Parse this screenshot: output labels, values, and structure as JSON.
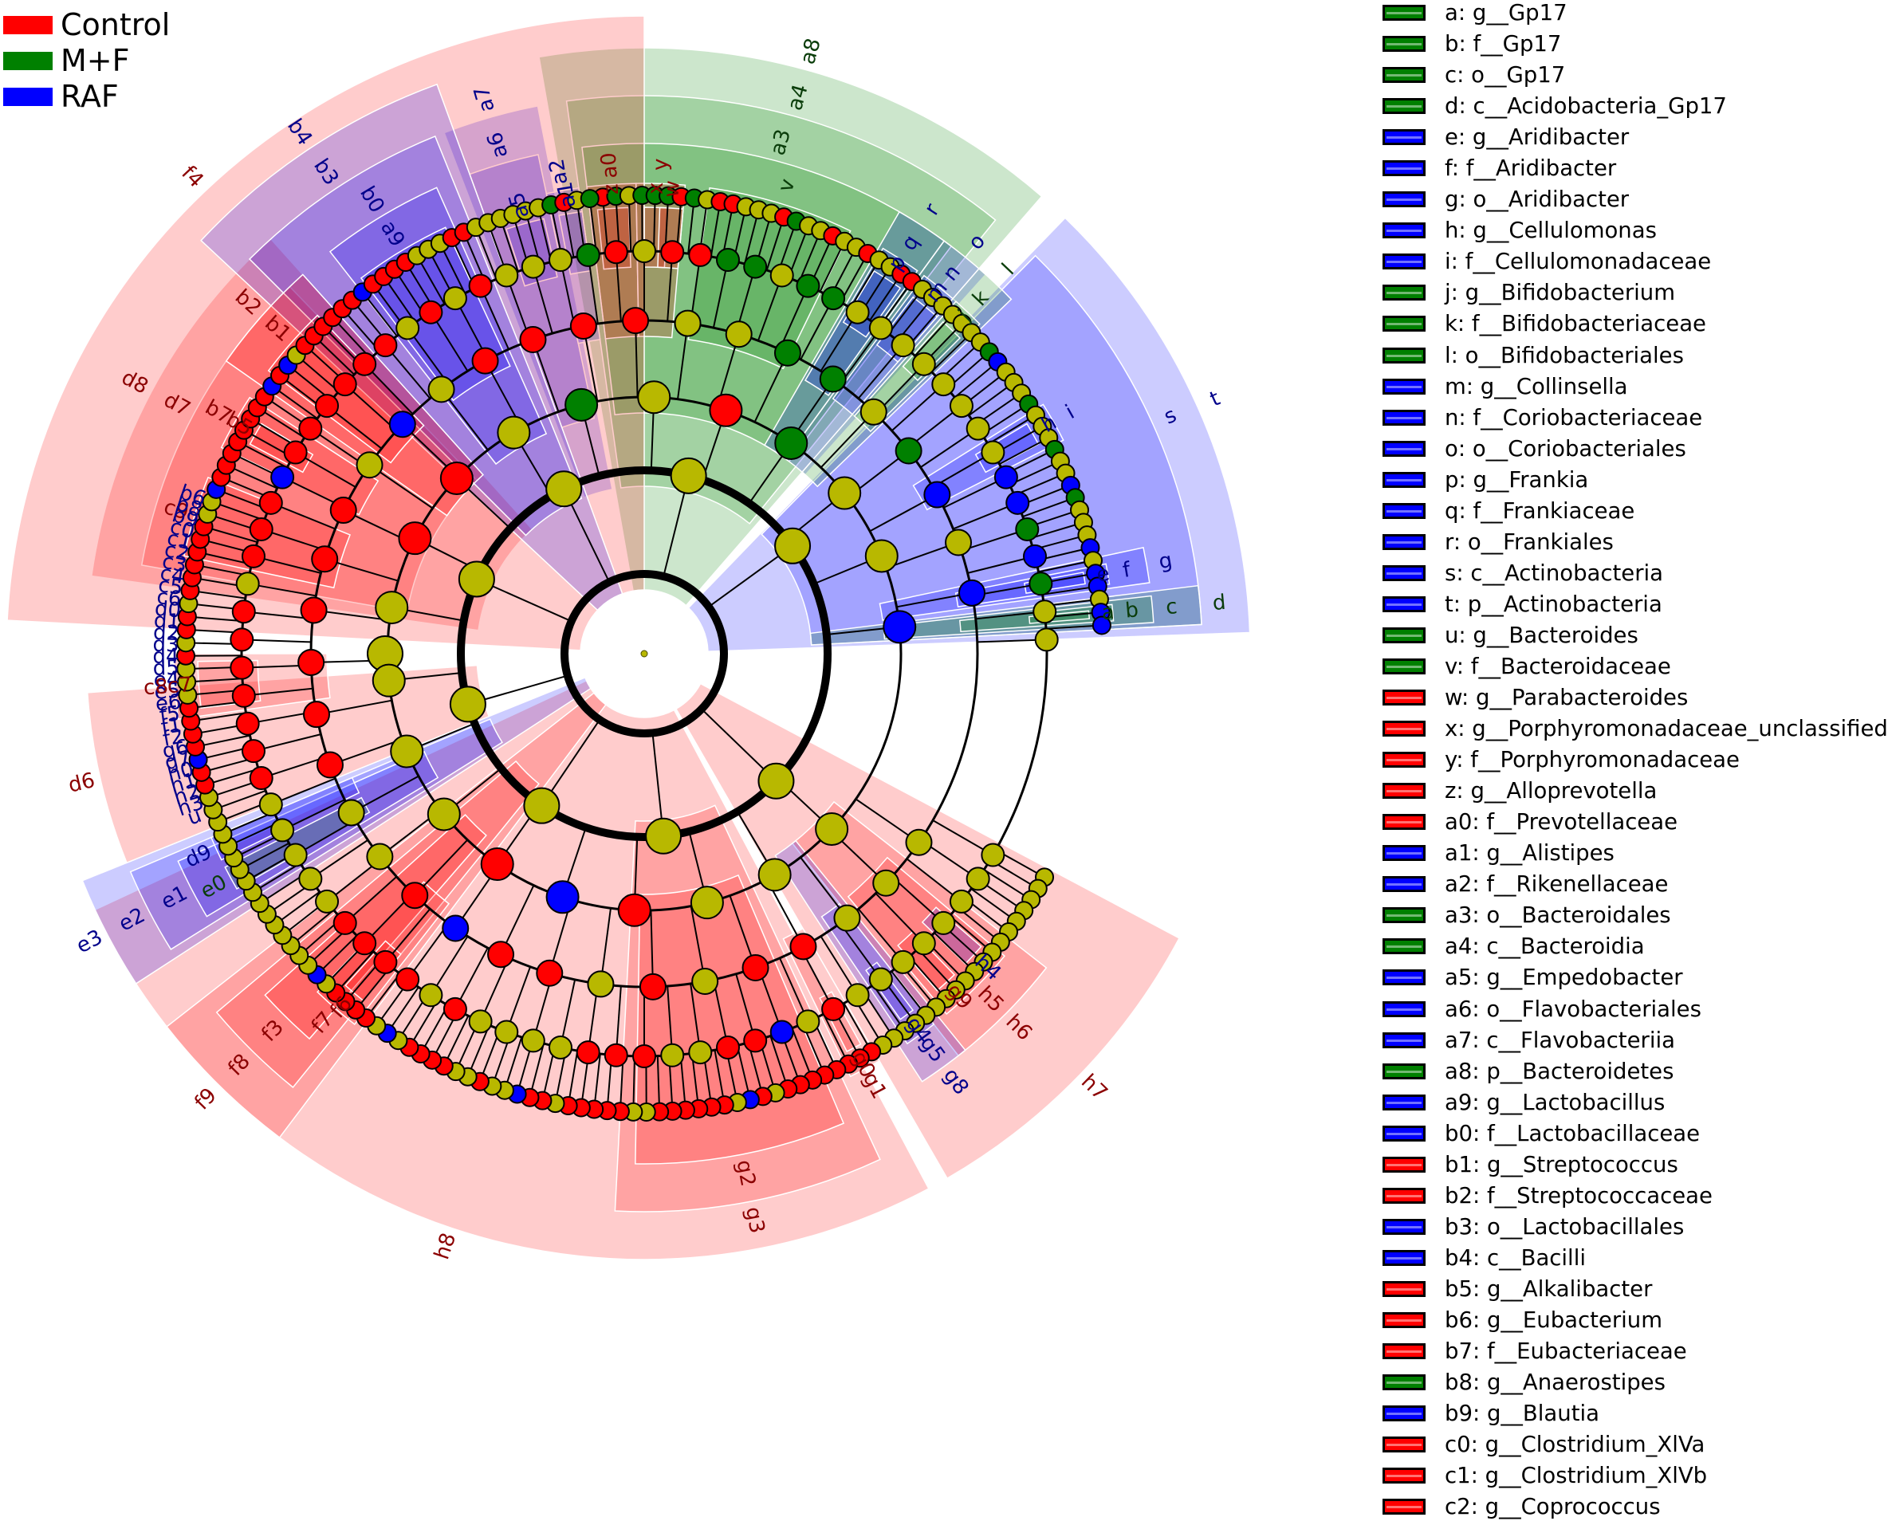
{
  "groups": [
    {
      "key": "Control",
      "label": "Control",
      "color": "#ff0000"
    },
    {
      "key": "MF",
      "label": "M+F",
      "color": "#008000"
    },
    {
      "key": "RAF",
      "label": "RAF",
      "color": "#0000ff"
    }
  ],
  "taxa": [
    {
      "code": "a",
      "name": "g__Gp17",
      "text": "a: g__Gp17",
      "group": "MF"
    },
    {
      "code": "b",
      "name": "f__Gp17",
      "text": "b: f__Gp17",
      "group": "MF"
    },
    {
      "code": "c",
      "name": "o__Gp17",
      "text": "c: o__Gp17",
      "group": "MF"
    },
    {
      "code": "d",
      "name": "c__Acidobacteria_Gp17",
      "text": "d: c__Acidobacteria_Gp17",
      "group": "MF"
    },
    {
      "code": "e",
      "name": "g__Aridibacter",
      "text": "e: g__Aridibacter",
      "group": "RAF"
    },
    {
      "code": "f",
      "name": "f__Aridibacter",
      "text": "f: f__Aridibacter",
      "group": "RAF"
    },
    {
      "code": "g",
      "name": "o__Aridibacter",
      "text": "g: o__Aridibacter",
      "group": "RAF"
    },
    {
      "code": "h",
      "name": "g__Cellulomonas",
      "text": "h: g__Cellulomonas",
      "group": "RAF"
    },
    {
      "code": "i",
      "name": "f__Cellulomonadaceae",
      "text": "i: f__Cellulomonadaceae",
      "group": "RAF"
    },
    {
      "code": "j",
      "name": "g__Bifidobacterium",
      "text": "j: g__Bifidobacterium",
      "group": "MF"
    },
    {
      "code": "k",
      "name": "f__Bifidobacteriaceae",
      "text": "k: f__Bifidobacteriaceae",
      "group": "MF"
    },
    {
      "code": "l",
      "name": "o__Bifidobacteriales",
      "text": "l: o__Bifidobacteriales",
      "group": "MF"
    },
    {
      "code": "m",
      "name": "g__Collinsella",
      "text": "m: g__Collinsella",
      "group": "RAF"
    },
    {
      "code": "n",
      "name": "f__Coriobacteriaceae",
      "text": "n: f__Coriobacteriaceae",
      "group": "RAF"
    },
    {
      "code": "o",
      "name": "o__Coriobacteriales",
      "text": "o: o__Coriobacteriales",
      "group": "RAF"
    },
    {
      "code": "p",
      "name": "g__Frankia",
      "text": "p: g__Frankia",
      "group": "RAF"
    },
    {
      "code": "q",
      "name": "f__Frankiaceae",
      "text": "q: f__Frankiaceae",
      "group": "RAF"
    },
    {
      "code": "r",
      "name": "o__Frankiales",
      "text": "r: o__Frankiales",
      "group": "RAF"
    },
    {
      "code": "s",
      "name": "c__Actinobacteria",
      "text": "s: c__Actinobacteria",
      "group": "RAF"
    },
    {
      "code": "t",
      "name": "p__Actinobacteria",
      "text": "t: p__Actinobacteria",
      "group": "RAF"
    },
    {
      "code": "u",
      "name": "g__Bacteroides",
      "text": "u: g__Bacteroides",
      "group": "MF"
    },
    {
      "code": "v",
      "name": "f__Bacteroidaceae",
      "text": "v: f__Bacteroidaceae",
      "group": "MF"
    },
    {
      "code": "w",
      "name": "g__Parabacteroides",
      "text": "w: g__Parabacteroides",
      "group": "Control"
    },
    {
      "code": "x",
      "name": "g__Porphyromonadaceae_unclassified",
      "text": "x: g__Porphyromonadaceae_unclassified",
      "group": "Control"
    },
    {
      "code": "y",
      "name": "f__Porphyromonadaceae",
      "text": "y: f__Porphyromonadaceae",
      "group": "Control"
    },
    {
      "code": "z",
      "name": "g__Alloprevotella",
      "text": "z: g__Alloprevotella",
      "group": "Control"
    },
    {
      "code": "a0",
      "name": "f__Prevotellaceae",
      "text": "a0: f__Prevotellaceae",
      "group": "Control"
    },
    {
      "code": "a1",
      "name": "g__Alistipes",
      "text": "a1: g__Alistipes",
      "group": "RAF"
    },
    {
      "code": "a2",
      "name": "f__Rikenellaceae",
      "text": "a2: f__Rikenellaceae",
      "group": "RAF"
    },
    {
      "code": "a3",
      "name": "o__Bacteroidales",
      "text": "a3: o__Bacteroidales",
      "group": "MF"
    },
    {
      "code": "a4",
      "name": "c__Bacteroidia",
      "text": "a4: c__Bacteroidia",
      "group": "MF"
    },
    {
      "code": "a5",
      "name": "g__Empedobacter",
      "text": "a5: g__Empedobacter",
      "group": "RAF"
    },
    {
      "code": "a6",
      "name": "o__Flavobacteriales",
      "text": "a6: o__Flavobacteriales",
      "group": "RAF"
    },
    {
      "code": "a7",
      "name": "c__Flavobacteriia",
      "text": "a7: c__Flavobacteriia",
      "group": "RAF"
    },
    {
      "code": "a8",
      "name": "p__Bacteroidetes",
      "text": "a8: p__Bacteroidetes",
      "group": "MF"
    },
    {
      "code": "a9",
      "name": "g__Lactobacillus",
      "text": "a9: g__Lactobacillus",
      "group": "RAF"
    },
    {
      "code": "b0",
      "name": "f__Lactobacillaceae",
      "text": "b0: f__Lactobacillaceae",
      "group": "RAF"
    },
    {
      "code": "b1",
      "name": "g__Streptococcus",
      "text": "b1: g__Streptococcus",
      "group": "Control"
    },
    {
      "code": "b2",
      "name": "f__Streptococcaceae",
      "text": "b2: f__Streptococcaceae",
      "group": "Control"
    },
    {
      "code": "b3",
      "name": "o__Lactobacillales",
      "text": "b3: o__Lactobacillales",
      "group": "RAF"
    },
    {
      "code": "b4",
      "name": "c__Bacilli",
      "text": "b4: c__Bacilli",
      "group": "RAF"
    },
    {
      "code": "b5",
      "name": "g__Alkalibacter",
      "text": "b5: g__Alkalibacter",
      "group": "Control"
    },
    {
      "code": "b6",
      "name": "g__Eubacterium",
      "text": "b6: g__Eubacterium",
      "group": "Control"
    },
    {
      "code": "b7",
      "name": "f__Eubacteriaceae",
      "text": "b7: f__Eubacteriaceae",
      "group": "Control"
    },
    {
      "code": "b8",
      "name": "g__Anaerostipes",
      "text": "b8: g__Anaerostipes",
      "group": "MF"
    },
    {
      "code": "b9",
      "name": "g__Blautia",
      "text": "b9: g__Blautia",
      "group": "RAF"
    },
    {
      "code": "c0",
      "name": "g__Clostridium_XlVa",
      "text": "c0: g__Clostridium_XlVa",
      "group": "Control"
    },
    {
      "code": "c1",
      "name": "g__Clostridium_XlVb",
      "text": "c1: g__Clostridium_XlVb",
      "group": "Control"
    },
    {
      "code": "c2",
      "name": "g__Coprococcus",
      "text": "c2: g__Coprococcus",
      "group": "Control"
    }
  ],
  "cladogram": {
    "sectors": [
      {
        "label": "a8",
        "group": "MF",
        "start": -10,
        "end": 41,
        "level": 1
      },
      {
        "label": "a4",
        "group": "MF",
        "start": -8,
        "end": 39,
        "level": 2
      },
      {
        "label": "a3",
        "group": "MF",
        "start": -7,
        "end": 37,
        "level": 3
      },
      {
        "label": "v",
        "group": "MF",
        "start": 8,
        "end": 26,
        "level": 4
      },
      {
        "label": "a7",
        "group": "RAF",
        "start": -21,
        "end": -11,
        "level": 2
      },
      {
        "label": "a6",
        "group": "RAF",
        "start": -20,
        "end": -12,
        "level": 3
      },
      {
        "label": "a5",
        "group": "RAF",
        "start": -18,
        "end": -13,
        "level": 5
      },
      {
        "label": "a2",
        "group": "RAF",
        "start": -12,
        "end": -8,
        "level": 4
      },
      {
        "label": "a1",
        "group": "RAF",
        "start": -11,
        "end": -8,
        "level": 5
      },
      {
        "label": "a0",
        "group": "Control",
        "start": -7,
        "end": -1,
        "level": 4
      },
      {
        "label": "z",
        "group": "Control",
        "start": -6,
        "end": -2,
        "level": 5
      },
      {
        "label": "y",
        "group": "Control",
        "start": -1,
        "end": 5,
        "level": 4
      },
      {
        "label": "x",
        "group": "Control",
        "start": 0,
        "end": 3,
        "level": 5
      },
      {
        "label": "w",
        "group": "Control",
        "start": 2,
        "end": 5,
        "level": 5
      },
      {
        "label": "t",
        "group": "RAF",
        "start": 44,
        "end": 88,
        "level": 1
      },
      {
        "label": "s",
        "group": "RAF",
        "start": 44.5,
        "end": 87,
        "level": 2
      },
      {
        "label": "r",
        "group": "RAF",
        "start": 30,
        "end": 36,
        "level": 3
      },
      {
        "label": "q",
        "group": "RAF",
        "start": 30.5,
        "end": 35.5,
        "level": 4
      },
      {
        "label": "p",
        "group": "RAF",
        "start": 31,
        "end": 35,
        "level": 5
      },
      {
        "label": "o",
        "group": "RAF",
        "start": 36,
        "end": 42,
        "level": 3
      },
      {
        "label": "n",
        "group": "RAF",
        "start": 36.5,
        "end": 41.5,
        "level": 4
      },
      {
        "label": "m",
        "group": "RAF",
        "start": 37,
        "end": 41,
        "level": 5
      },
      {
        "label": "l",
        "group": "MF",
        "start": 41,
        "end": 46,
        "level": 3
      },
      {
        "label": "k",
        "group": "MF",
        "start": 41.5,
        "end": 45.5,
        "level": 4
      },
      {
        "label": "j",
        "group": "MF",
        "start": 42,
        "end": 45,
        "level": 5
      },
      {
        "label": "i",
        "group": "RAF",
        "start": 58,
        "end": 63,
        "level": 4
      },
      {
        "label": "h",
        "group": "RAF",
        "start": 59,
        "end": 62,
        "level": 5
      },
      {
        "label": "g",
        "group": "RAF",
        "start": 78,
        "end": 82,
        "level": 3
      },
      {
        "label": "f",
        "group": "RAF",
        "start": 79,
        "end": 81.5,
        "level": 4
      },
      {
        "label": "e",
        "group": "RAF",
        "start": 79.5,
        "end": 81,
        "level": 5
      },
      {
        "label": "d",
        "group": "MF",
        "start": 83,
        "end": 87,
        "level": 2
      },
      {
        "label": "c",
        "group": "MF",
        "start": 83.5,
        "end": 86.5,
        "level": 3
      },
      {
        "label": "b",
        "group": "MF",
        "start": 84,
        "end": 86,
        "level": 4
      },
      {
        "label": "a",
        "group": "MF",
        "start": 84.5,
        "end": 85.5,
        "level": 5
      },
      {
        "label": "h7",
        "group": "Control",
        "start": 118,
        "end": 150,
        "level": 1
      },
      {
        "label": "h6",
        "group": "Control",
        "start": 128,
        "end": 142,
        "level": 3
      },
      {
        "label": "h5",
        "group": "Control",
        "start": 130,
        "end": 140,
        "level": 4
      },
      {
        "label": "h4",
        "group": "RAF",
        "start": 131,
        "end": 134,
        "level": 5
      },
      {
        "label": "g9",
        "group": "Control",
        "start": 136,
        "end": 139,
        "level": 5
      },
      {
        "label": "g8",
        "group": "RAF",
        "start": 141,
        "end": 147,
        "level": 3
      },
      {
        "label": "g5",
        "group": "RAF",
        "start": 142,
        "end": 146,
        "level": 4
      },
      {
        "label": "g4",
        "group": "RAF",
        "start": 143,
        "end": 145,
        "level": 5
      },
      {
        "label": "h8",
        "group": "Control",
        "start": 152,
        "end": 245,
        "level": 1
      },
      {
        "label": "g3",
        "group": "Control",
        "start": 155,
        "end": 183,
        "level": 2
      },
      {
        "label": "g2",
        "group": "Control",
        "start": 157,
        "end": 181,
        "level": 3
      },
      {
        "label": "g1",
        "group": "Control",
        "start": 150,
        "end": 154,
        "level": 4
      },
      {
        "label": "g0",
        "group": "Control",
        "start": 151,
        "end": 153,
        "level": 5
      },
      {
        "label": "f9",
        "group": "Control",
        "start": 217,
        "end": 232,
        "level": 1
      },
      {
        "label": "f8",
        "group": "Control",
        "start": 219,
        "end": 230,
        "level": 2
      },
      {
        "label": "f3",
        "group": "Control",
        "start": 221,
        "end": 228,
        "level": 3
      },
      {
        "label": "f7",
        "group": "Control",
        "start": 218,
        "end": 224,
        "level": 4
      },
      {
        "label": "f6",
        "group": "Control",
        "start": 219,
        "end": 222,
        "level": 5
      },
      {
        "label": "e3",
        "group": "RAF",
        "start": 237,
        "end": 248,
        "level": 1
      },
      {
        "label": "e2",
        "group": "RAF",
        "start": 238,
        "end": 247,
        "level": 2
      },
      {
        "label": "e1",
        "group": "RAF",
        "start": 239,
        "end": 246,
        "level": 3
      },
      {
        "label": "e0",
        "group": "MF",
        "start": 240,
        "end": 243,
        "level": 4
      },
      {
        "label": "d9",
        "group": "RAF",
        "start": 244,
        "end": 247,
        "level": 4
      },
      {
        "label": "d6",
        "group": "Control",
        "start": 248,
        "end": 266,
        "level": 2
      },
      {
        "label": "d8",
        "group": "Control",
        "start": 278,
        "end": 318,
        "level": 2
      },
      {
        "label": "d7",
        "group": "Control",
        "start": 280,
        "end": 316,
        "level": 3
      },
      {
        "label": "f4",
        "group": "Control",
        "start": 273,
        "end": 360,
        "level": 0
      },
      {
        "label": "b4",
        "group": "RAF",
        "start": 313,
        "end": 340,
        "level": 1
      },
      {
        "label": "b3",
        "group": "RAF",
        "start": 315,
        "end": 338,
        "level": 2
      },
      {
        "label": "b2",
        "group": "Control",
        "start": 305,
        "end": 318,
        "level": 3
      },
      {
        "label": "b1",
        "group": "Control",
        "start": 307,
        "end": 316,
        "level": 4
      },
      {
        "label": "b0",
        "group": "RAF",
        "start": 322,
        "end": 336,
        "level": 3
      },
      {
        "label": "a9",
        "group": "RAF",
        "start": 323,
        "end": 335,
        "level": 4
      },
      {
        "label": "b7",
        "group": "Control",
        "start": 296,
        "end": 303,
        "level": 4
      },
      {
        "label": "b5",
        "group": "Control",
        "start": 298,
        "end": 301,
        "level": 5
      },
      {
        "label": "c9",
        "group": "Control",
        "start": 282,
        "end": 292,
        "level": 4
      },
      {
        "label": "c8",
        "group": "Control",
        "start": 262,
        "end": 270,
        "level": 4
      },
      {
        "label": "c7",
        "group": "Control",
        "start": 263,
        "end": 269,
        "level": 5
      }
    ],
    "labels": [
      "a8",
      "a4",
      "a3",
      "a7",
      "a6",
      "a2",
      "a0",
      "y",
      "a5",
      "a1",
      "z",
      "x",
      "w",
      "v",
      "u",
      "t",
      "s",
      "r",
      "q",
      "p",
      "o",
      "n",
      "m",
      "l",
      "k",
      "j",
      "i",
      "h",
      "g",
      "f",
      "e",
      "d",
      "c",
      "b",
      "a",
      "h7",
      "h6",
      "h5",
      "h4",
      "h3",
      "h2",
      "h1",
      "h0",
      "g9",
      "g8",
      "g7",
      "g6",
      "g5",
      "g4",
      "h8",
      "g3",
      "g2",
      "g1",
      "g0",
      "f9",
      "f8",
      "f3",
      "f7",
      "f2",
      "f6",
      "f1",
      "f5",
      "e6",
      "e5",
      "e4",
      "e3",
      "e2",
      "e1",
      "e0",
      "d9",
      "d6",
      "d5",
      "d4",
      "d3",
      "d2",
      "d1",
      "d0",
      "c8",
      "c7",
      "c6",
      "c5",
      "c4",
      "c9",
      "c3",
      "c2",
      "c1",
      "c0",
      "b9",
      "b8",
      "b7",
      "b6",
      "b5",
      "b2",
      "b1",
      "b0",
      "a9",
      "b3",
      "b4",
      "f4",
      "d8",
      "d7"
    ]
  }
}
